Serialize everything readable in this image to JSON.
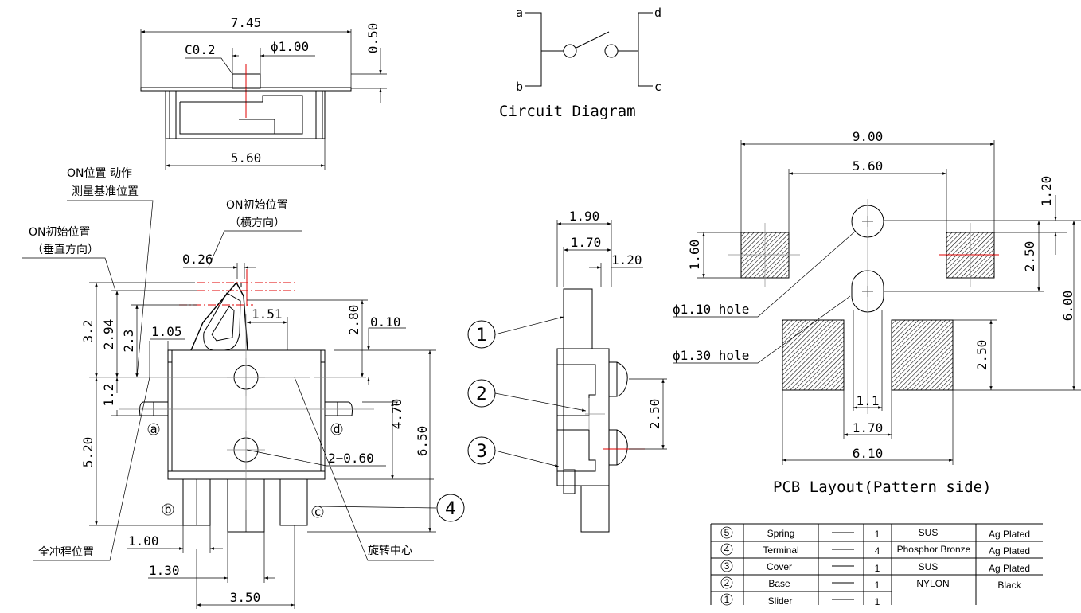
{
  "top_view": {
    "width_overall": "7.45",
    "width_body": "5.60",
    "thickness": "0.50",
    "chamfer": "C0.2",
    "pin_dia": "ϕ1.00"
  },
  "circuit": {
    "terminals": [
      "a",
      "b",
      "d",
      "c"
    ],
    "title": "Circuit Diagram"
  },
  "front_view": {
    "label_on_measure_line1": "ON位置 动作",
    "label_on_measure_line2": "测量基准位置",
    "label_on_init_h_line1": "ON初始位置",
    "label_on_init_h_line2": "（横方向）",
    "label_on_init_v_line1": "ON初始位置",
    "label_on_init_v_line2": "（垂直方向）",
    "label_full_stroke": "全冲程位置",
    "label_rotation_center": "旋转中心",
    "dims": {
      "d026": "0.26",
      "d151": "1.51",
      "d280": "2.80",
      "d010": "0.10",
      "d32": "3.2",
      "d294": "2.94",
      "d23": "2.3",
      "d105": "1.05",
      "d12": "1.2",
      "d520": "5.20",
      "d470": "4.70",
      "d650": "6.50",
      "d2x060": "2−0.60",
      "d100": "1.00",
      "d130": "1.30",
      "d350": "3.50"
    },
    "terminal_marks": [
      "a",
      "d",
      "b",
      "c"
    ],
    "balloon": "4"
  },
  "side_view": {
    "dims": {
      "d190": "1.90",
      "d170": "1.70",
      "d120": "1.20",
      "d250": "2.50"
    },
    "balloons": [
      "1",
      "2",
      "3"
    ]
  },
  "pcb": {
    "dims": {
      "d900": "9.00",
      "d560": "5.60",
      "d120": "1.20",
      "d160": "1.60",
      "d250a": "2.50",
      "d600": "6.00",
      "d250b": "2.50",
      "d11": "1.1",
      "d170": "1.70",
      "d610": "6.10"
    },
    "hole1": "ϕ1.10  hole",
    "hole2": "ϕ1.30  hole",
    "title": "PCB Layout(Pattern side)"
  },
  "bom": {
    "rows": [
      {
        "no": "5",
        "name": "Spring",
        "qty": "1",
        "material": "SUS",
        "finish": "Ag Plated"
      },
      {
        "no": "4",
        "name": "Terminal",
        "qty": "4",
        "material": "Phosphor Bronze",
        "finish": "Ag Plated"
      },
      {
        "no": "3",
        "name": "Cover",
        "qty": "1",
        "material": "SUS",
        "finish": "Ag Plated"
      },
      {
        "no": "2",
        "name": "Base",
        "qty": "1",
        "material": "NYLON",
        "finish": "Black"
      },
      {
        "no": "1",
        "name": "Slider",
        "qty": "1",
        "material": "",
        "finish": ""
      }
    ]
  },
  "colors": {
    "line": "#000000",
    "centerline": "#e00000",
    "background": "#ffffff"
  }
}
